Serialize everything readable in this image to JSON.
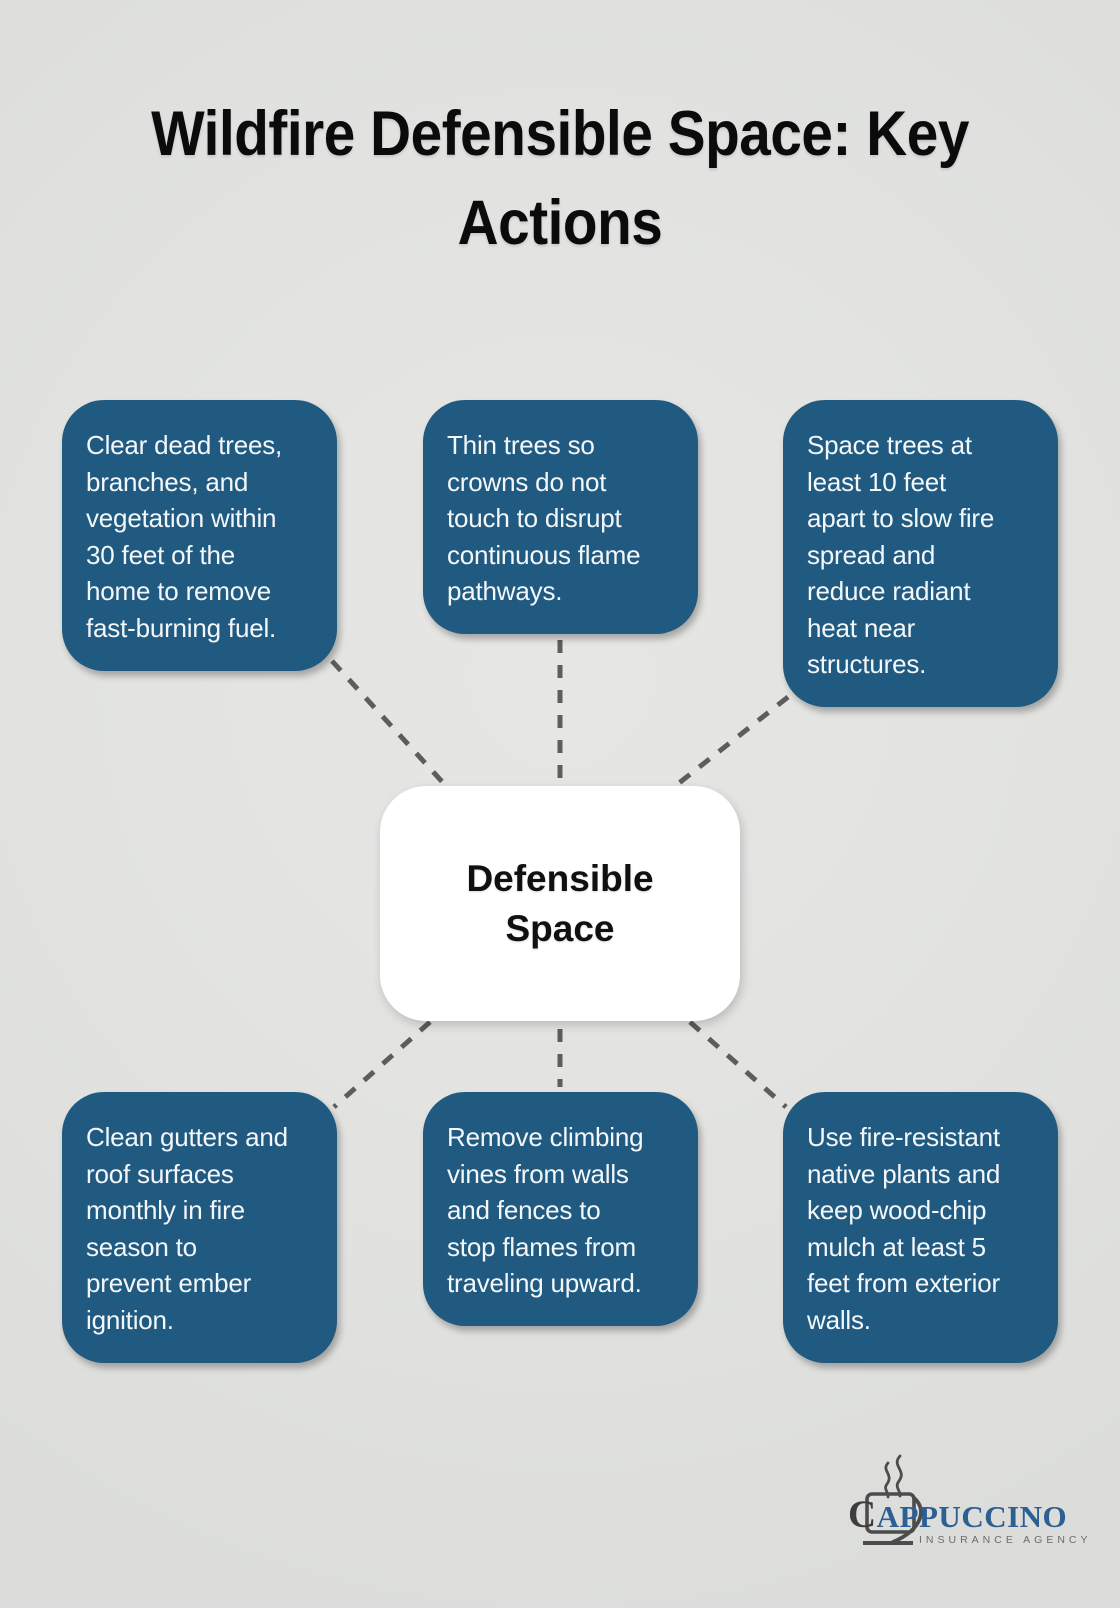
{
  "title": "Wildfire Defensible Space: Key\nActions",
  "center": {
    "label": "Defensible\nSpace"
  },
  "nodes": [
    {
      "id": "clear-dead-trees",
      "text": "Clear dead trees,\nbranches, and\nvegetation within\n30 feet of the\nhome to remove\nfast-burning fuel."
    },
    {
      "id": "thin-trees",
      "text": "Thin trees so\ncrowns do not\ntouch to disrupt\ncontinuous flame\npathways."
    },
    {
      "id": "space-trees",
      "text": "Space trees at\nleast 10 feet\napart to slow fire\nspread and\nreduce radiant\nheat near\nstructures."
    },
    {
      "id": "clean-gutters",
      "text": "Clean gutters and\nroof surfaces\nmonthly in fire\nseason to\nprevent ember\nignition."
    },
    {
      "id": "remove-climbing-vines",
      "text": "Remove climbing\nvines from walls\nand fences to\nstop flames from\ntraveling upward."
    },
    {
      "id": "fire-resistant-plants",
      "text": "Use fire-resistant\nnative plants and\nkeep wood-chip\nmulch at least 5\nfeet from exterior\nwalls."
    }
  ],
  "logo": {
    "brand_initial": "C",
    "brand_rest": "APPUCCINO",
    "tagline": "INSURANCE AGENCY"
  },
  "colors": {
    "node_blue": "#215a80",
    "background_gray": "#e2e3e1",
    "dash_gray": "#5d5d5d",
    "center_white": "#ffffff",
    "title_black": "#0b0b0b",
    "logo_blue": "#2d5f92",
    "logo_gray": "#4c4c4c"
  }
}
